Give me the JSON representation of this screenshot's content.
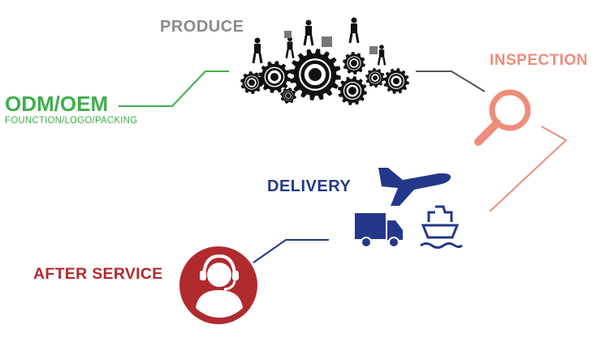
{
  "labels": {
    "produce": "PRODUCE",
    "inspection": "INSPECTION",
    "odm": "ODM/OEM",
    "odm_sub": "FOUNCTION/LOGO/PACKING",
    "delivery": "DELIVERY",
    "after_service": "AFTER SERVICE"
  },
  "icons": {
    "produce": "gears-workers-icon",
    "inspection": "magnifier-icon",
    "delivery_air": "airplane-icon",
    "delivery_road": "truck-icon",
    "delivery_sea": "ship-icon",
    "after_service": "headset-support-icon"
  },
  "colors": {
    "produce": "#8a8a8a",
    "gears": "#111111",
    "connector_dark": "#555555",
    "inspection": "#ef8c7b",
    "odm": "#3fae4b",
    "delivery": "#23388a",
    "after_service": "#b12a2e"
  }
}
